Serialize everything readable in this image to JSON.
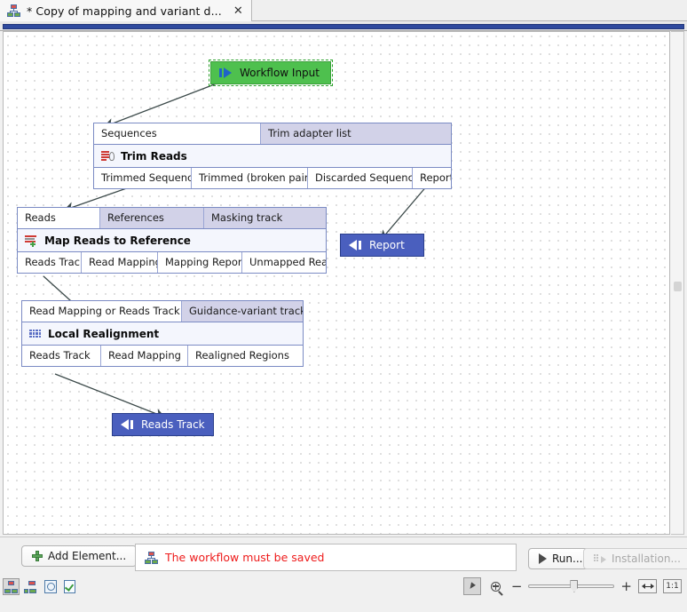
{
  "window": {
    "tab": {
      "icon": "workflow-icon",
      "title": "* Copy of mapping and variant d...",
      "close": "✕"
    }
  },
  "canvas": {
    "nodes": {
      "workflow_input": {
        "label": "Workflow Input",
        "icon": "input-arrow-icon",
        "color": "#4ec04e",
        "selected": true
      },
      "trim_reads": {
        "title": "Trim Reads",
        "icon": "trim-reads-icon",
        "inputs": [
          {
            "label": "Sequences",
            "connected": true
          },
          {
            "label": "Trim adapter list",
            "connected": false
          }
        ],
        "outputs": [
          {
            "label": "Trimmed Sequences"
          },
          {
            "label": "Trimmed (broken pairs)"
          },
          {
            "label": "Discarded Sequences"
          },
          {
            "label": "Report"
          }
        ]
      },
      "map_reads": {
        "title": "Map Reads to Reference",
        "icon": "map-reads-icon",
        "inputs": [
          {
            "label": "Reads",
            "connected": true
          },
          {
            "label": "References",
            "connected": false
          },
          {
            "label": "Masking track",
            "connected": false
          }
        ],
        "outputs": [
          {
            "label": "Reads Track"
          },
          {
            "label": "Read Mapping"
          },
          {
            "label": "Mapping Report"
          },
          {
            "label": "Unmapped Reads"
          }
        ]
      },
      "local_realignment": {
        "title": "Local Realignment",
        "icon": "local-realignment-icon",
        "inputs": [
          {
            "label": "Read Mapping or Reads Track",
            "connected": true
          },
          {
            "label": "Guidance-variant track",
            "connected": false
          }
        ],
        "outputs": [
          {
            "label": "Reads Track"
          },
          {
            "label": "Read Mapping"
          },
          {
            "label": "Realigned Regions"
          }
        ]
      },
      "report_output": {
        "label": "Report",
        "icon": "output-arrow-icon",
        "color": "#4a5fbe"
      },
      "reads_track_output": {
        "label": "Reads Track",
        "icon": "output-arrow-icon",
        "color": "#4a5fbe"
      }
    }
  },
  "bottom": {
    "add_element": {
      "label": "Add Element...",
      "icon": "plus-icon"
    },
    "status": {
      "icon": "workflow-icon",
      "message": "The workflow must be saved",
      "color": "#ee1b1b"
    },
    "run": {
      "label": "Run...",
      "icon": "play-icon",
      "enabled": true
    },
    "installation": {
      "label": "Installation...",
      "icon": "install-icon",
      "enabled": false
    },
    "view_modes": [
      {
        "name": "workflow-view",
        "selected": true
      },
      {
        "name": "workflow-compact-view",
        "selected": false
      },
      {
        "name": "workflow-info-view",
        "selected": false
      },
      {
        "name": "workflow-validate-view",
        "selected": false
      }
    ],
    "zoom_controls": {
      "select_tool": {
        "icon": "cursor-icon",
        "selected": true
      },
      "zoom_tool": {
        "icon": "magnifier-plus-icon",
        "selected": false
      },
      "zoom_out": "−",
      "zoom_in": "+",
      "fit_width": {
        "icon": "fit-width-icon"
      },
      "actual_size": {
        "label": "1:1"
      }
    }
  }
}
